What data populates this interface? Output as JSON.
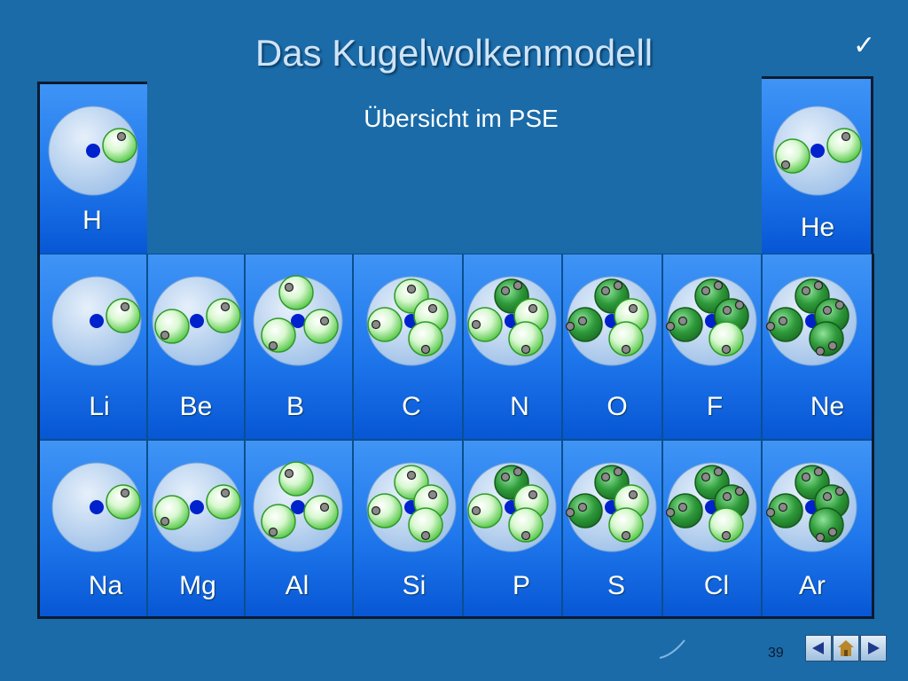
{
  "header": {
    "title": "Das Kugelwolkenmodell",
    "check_mark": "✓",
    "subtitle": "Übersicht im PSE"
  },
  "elements": {
    "H": "H",
    "He": "He",
    "Li": "Li",
    "Be": "Be",
    "B": "B",
    "C": "C",
    "N": "N",
    "O": "O",
    "F": "F",
    "Ne": "Ne",
    "Na": "Na",
    "Mg": "Mg",
    "Al": "Al",
    "Si": "Si",
    "P": "P",
    "S": "S",
    "Cl": "Cl",
    "Ar": "Ar"
  },
  "footer": {
    "page_number": "39",
    "nav": [
      "previous-icon",
      "home-icon",
      "next-icon"
    ]
  },
  "colors": {
    "background": "#1a6ba8",
    "cell_top": "#3f94f5",
    "cell_bottom": "#0756d4",
    "nucleus": "#0022cc",
    "cloud_single": "#8ff08a",
    "cloud_paired": "#2e9a3a",
    "electron": "#8a8a8a"
  }
}
